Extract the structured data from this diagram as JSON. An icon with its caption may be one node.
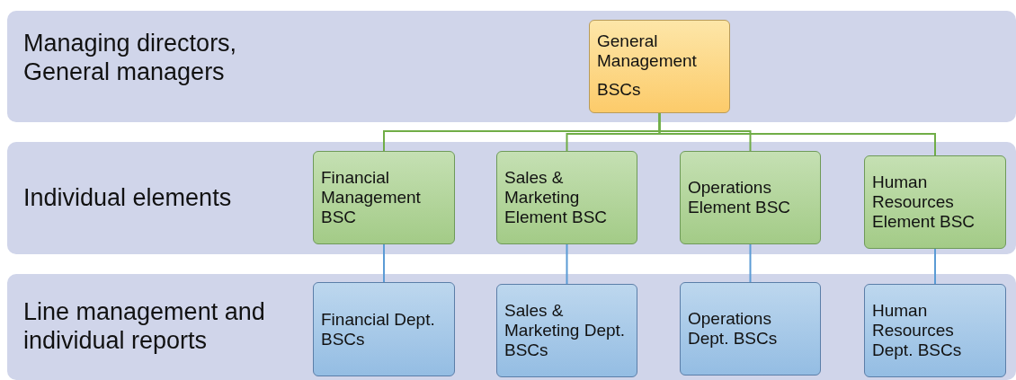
{
  "diagram": {
    "nodes": [
      {
        "text": [
          "Managing directors, General managers"
        ]
      },
      {
        "text": [
          "General Management",
          "BSCs"
        ],
        "in": 0
      },
      {
        "text": [
          "Individual elements"
        ]
      },
      {
        "text": [
          "Financial Management BSC"
        ],
        "in": 2
      },
      {
        "text": [
          "Sales & Marketing Element BSC"
        ],
        "in": 2
      },
      {
        "text": [
          "Operations Element BSC"
        ],
        "in": 2
      },
      {
        "text": [
          "Human Resources Element BSC"
        ],
        "in": 2
      },
      {
        "text": [
          "Line management and individual reports"
        ]
      },
      {
        "text": [
          "Financial Dept. BSCs"
        ],
        "in": 7
      },
      {
        "text": [
          "Sales & Marketing Dept. BSCs"
        ],
        "in": 7
      },
      {
        "text": [
          "Operations Dept. BSCs"
        ],
        "in": 7
      },
      {
        "text": [
          "Human Resources Dept. BSCs"
        ],
        "in": 7
      }
    ],
    "edges": [
      {
        "from": 1,
        "to": 3,
        "arrow": "none",
        "color": "#70ad47"
      },
      {
        "from": 1,
        "to": 4,
        "arrow": "none",
        "color": "#70ad47"
      },
      {
        "from": 1,
        "to": 5,
        "arrow": "none",
        "color": "#70ad47"
      },
      {
        "from": 1,
        "to": 6,
        "arrow": "none",
        "color": "#70ad47"
      },
      {
        "from": 3,
        "to": 8,
        "arrow": "none",
        "color": "#5b9bd5"
      },
      {
        "from": 4,
        "to": 9,
        "arrow": "none",
        "color": "#5b9bd5"
      },
      {
        "from": 5,
        "to": 10,
        "arrow": "none",
        "color": "#5b9bd5"
      },
      {
        "from": 6,
        "to": 11,
        "arrow": "none",
        "color": "#5b9bd5"
      }
    ]
  }
}
